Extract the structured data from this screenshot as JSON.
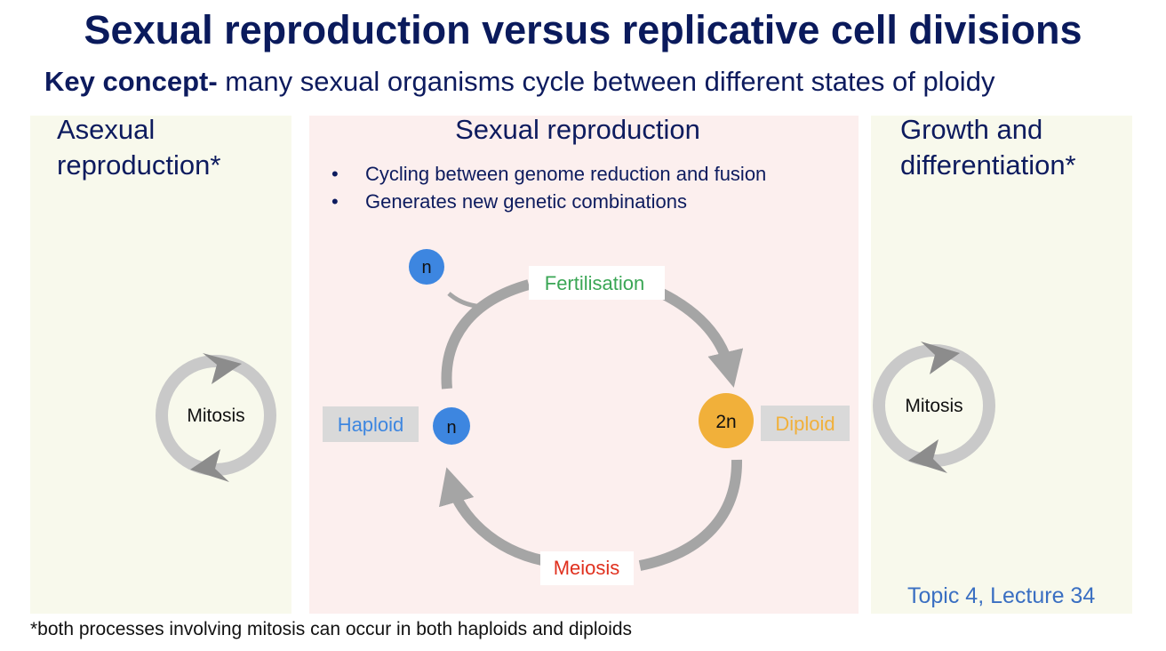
{
  "title": "Sexual reproduction versus replicative cell divisions",
  "subtitle": {
    "bold": "Key concept-",
    "rest": " many sexual organisms cycle between different states of ploidy"
  },
  "panels": {
    "left": {
      "heading": "Asexual reproduction*",
      "cycle_label": "Mitosis"
    },
    "middle": {
      "heading": "Sexual reproduction",
      "bullets": [
        "Cycling between genome reduction and fusion",
        "Generates new genetic combinations"
      ],
      "stages": {
        "fertilisation": "Fertilisation",
        "meiosis": "Meiosis",
        "haploid": "Haploid",
        "diploid": "Diploid"
      },
      "cells": {
        "gamete": "n",
        "haploid": "n",
        "diploid": "2n"
      }
    },
    "right": {
      "heading": "Growth and differentiation*",
      "cycle_label": "Mitosis"
    }
  },
  "footnote": "*both processes involving mitosis can occur in both haploids and diploids",
  "topic_label": "Topic 4, Lecture 34",
  "colors": {
    "title": "#0a1a5c",
    "text": "#0d1b5e",
    "panel_side_bg": "#f8f9ec",
    "panel_middle_bg": "#fcefee",
    "fertilisation": "#3aa655",
    "meiosis": "#e0301e",
    "haploid": "#3d86e0",
    "diploid": "#f1b03a",
    "arrow": "#a5a5a5",
    "label_box": "#d9d9d9",
    "topic": "#3a6fc2"
  }
}
